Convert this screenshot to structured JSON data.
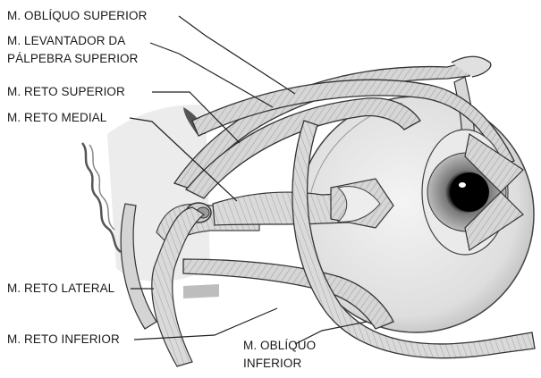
{
  "labels": {
    "obliquo_superior": "M. OBLÍQUO SUPERIOR",
    "levantador_line1": "M. LEVANTADOR DA",
    "levantador_line2": "PÁLPEBRA SUPERIOR",
    "reto_superior": "M. RETO SUPERIOR",
    "reto_medial": "M. RETO MEDIAL",
    "reto_lateral": "M. RETO LATERAL",
    "reto_inferior": "M. RETO INFERIOR",
    "obliquo_inferior_line1": "M. OBLÍQUO",
    "obliquo_inferior_line2": "INFERIOR"
  }
}
